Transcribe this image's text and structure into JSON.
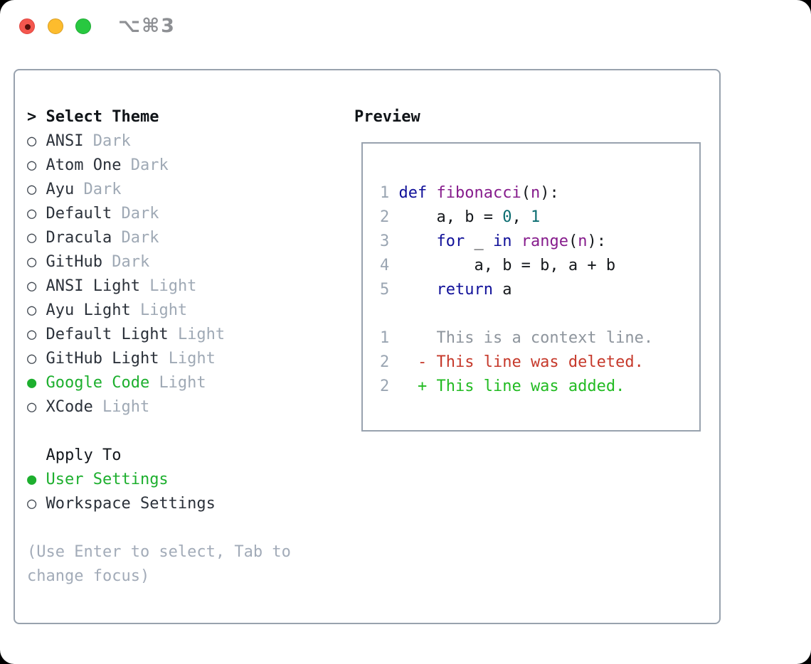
{
  "window": {
    "shortcut": "⌥⌘3"
  },
  "symbols": {
    "cursor": ">",
    "selected_bullet": "●",
    "unselected_bullet": "○"
  },
  "colors": {
    "tl-red": "#f4574e",
    "tl-yellow": "#fdbc2d",
    "tl-green": "#28c840",
    "shortcut": "#8e9094",
    "frame-border": "#98a2ae",
    "header": "#101418",
    "item": "#2b313a",
    "suffix": "#9fa9b5",
    "bullet": "#3f464f",
    "hint": "#a2abb8",
    "accent-green": "#1daf2e",
    "kw": "#101099",
    "fn": "#861c8c",
    "num": "#0a6c70",
    "pl": "#15181c",
    "ln": "#9aa5b2",
    "ctx": "#8e959d",
    "del": "#c6392b",
    "add": "#22bb22"
  },
  "theme_panel": {
    "title": "Select Theme",
    "items": [
      {
        "name": "ANSI",
        "variant": "Dark",
        "selected": false
      },
      {
        "name": "Atom One",
        "variant": "Dark",
        "selected": false
      },
      {
        "name": "Ayu",
        "variant": "Dark",
        "selected": false
      },
      {
        "name": "Default",
        "variant": "Dark",
        "selected": false
      },
      {
        "name": "Dracula",
        "variant": "Dark",
        "selected": false
      },
      {
        "name": "GitHub",
        "variant": "Dark",
        "selected": false
      },
      {
        "name": "ANSI Light",
        "variant": "Light",
        "selected": false
      },
      {
        "name": "Ayu Light",
        "variant": "Light",
        "selected": false
      },
      {
        "name": "Default Light",
        "variant": "Light",
        "selected": false
      },
      {
        "name": "GitHub Light",
        "variant": "Light",
        "selected": false
      },
      {
        "name": "Google Code",
        "variant": "Light",
        "selected": true
      },
      {
        "name": "XCode",
        "variant": "Light",
        "selected": false
      }
    ],
    "apply_to": {
      "title": "Apply To",
      "options": [
        {
          "label": "User Settings",
          "selected": true
        },
        {
          "label": "Workspace Settings",
          "selected": false
        }
      ]
    },
    "hint_lines": [
      "(Use Enter to select, Tab to",
      "change focus)"
    ]
  },
  "preview": {
    "title": "Preview",
    "code_lines": [
      {
        "number": "1",
        "tokens": [
          {
            "t": "def",
            "c": "kw"
          },
          {
            "t": " ",
            "c": "pl"
          },
          {
            "t": "fibonacci",
            "c": "fn"
          },
          {
            "t": "(",
            "c": "pl"
          },
          {
            "t": "n",
            "c": "fn"
          },
          {
            "t": "):",
            "c": "pl"
          }
        ]
      },
      {
        "number": "2",
        "tokens": [
          {
            "t": "    a, b = ",
            "c": "pl"
          },
          {
            "t": "0",
            "c": "num"
          },
          {
            "t": ", ",
            "c": "pl"
          },
          {
            "t": "1",
            "c": "num"
          }
        ]
      },
      {
        "number": "3",
        "tokens": [
          {
            "t": "    ",
            "c": "pl"
          },
          {
            "t": "for",
            "c": "kw"
          },
          {
            "t": " _ ",
            "c": "pl"
          },
          {
            "t": "in",
            "c": "kw"
          },
          {
            "t": " ",
            "c": "pl"
          },
          {
            "t": "range",
            "c": "fn"
          },
          {
            "t": "(",
            "c": "pl"
          },
          {
            "t": "n",
            "c": "fn"
          },
          {
            "t": "):",
            "c": "pl"
          }
        ]
      },
      {
        "number": "4",
        "tokens": [
          {
            "t": "        a, b = b, a + b",
            "c": "pl"
          }
        ]
      },
      {
        "number": "5",
        "tokens": [
          {
            "t": "    ",
            "c": "pl"
          },
          {
            "t": "return",
            "c": "kw"
          },
          {
            "t": " a",
            "c": "pl"
          }
        ]
      }
    ],
    "diff_lines": [
      {
        "number": "1",
        "tokens": [
          {
            "t": "    This is a context line.",
            "c": "ctx"
          }
        ]
      },
      {
        "number": "2",
        "tokens": [
          {
            "t": "  ",
            "c": "pl"
          },
          {
            "t": "- This line was deleted.",
            "c": "del"
          }
        ]
      },
      {
        "number": "2",
        "tokens": [
          {
            "t": "  ",
            "c": "pl"
          },
          {
            "t": "+ This line was added.",
            "c": "add"
          }
        ]
      }
    ]
  }
}
